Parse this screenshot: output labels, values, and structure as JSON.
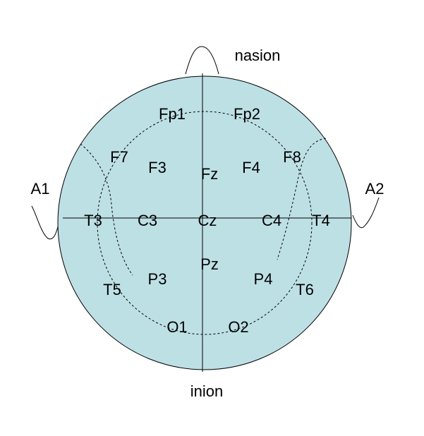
{
  "colors": {
    "head_fill": "#bde0e5",
    "outline": "#000000",
    "background": "#ffffff"
  },
  "landmarks": {
    "top": "nasion",
    "bottom": "inion",
    "left_ear": "A1",
    "right_ear": "A2"
  },
  "electrodes": {
    "fp1": "Fp1",
    "fp2": "Fp2",
    "f7": "F7",
    "f3": "F3",
    "fz": "Fz",
    "f4": "F4",
    "f8": "F8",
    "t3": "T3",
    "c3": "C3",
    "cz": "Cz",
    "c4": "C4",
    "t4": "T4",
    "t5": "T5",
    "p3": "P3",
    "pz": "Pz",
    "p4": "P4",
    "t6": "T6",
    "o1": "O1",
    "o2": "O2"
  }
}
